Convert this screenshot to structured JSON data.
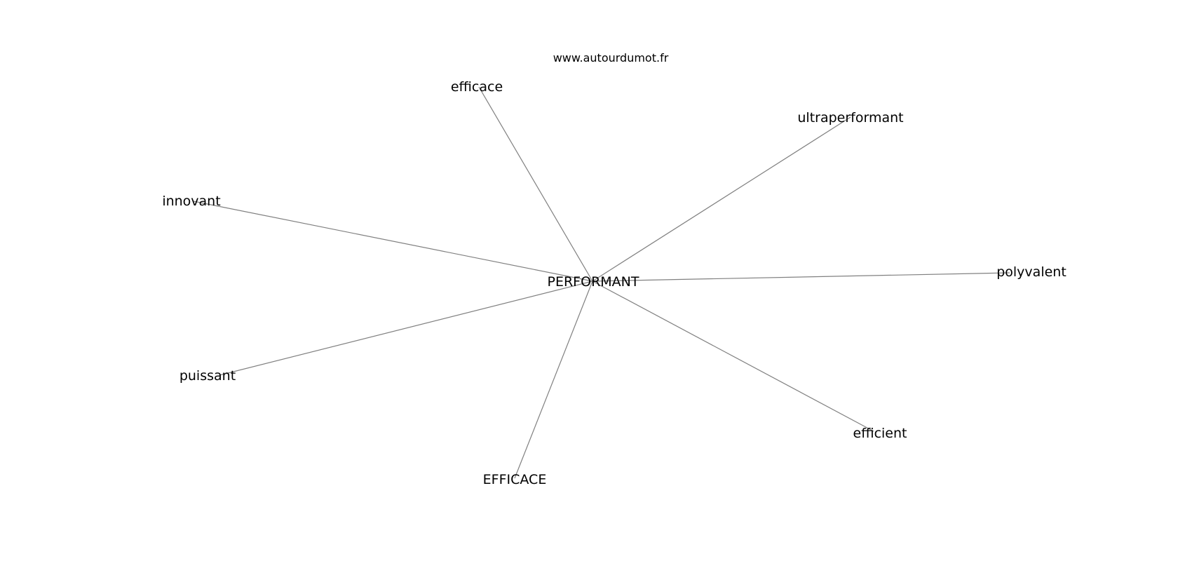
{
  "watermark": "www.autourdumot.fr",
  "colors": {
    "edge": "#808080",
    "text": "#000000",
    "background": "#ffffff"
  },
  "graph": {
    "center": "PERFORMANT",
    "nodes": [
      "efficace",
      "ultraperformant",
      "innovant",
      "polyvalent",
      "puissant",
      "efficient",
      "EFFICACE"
    ]
  }
}
